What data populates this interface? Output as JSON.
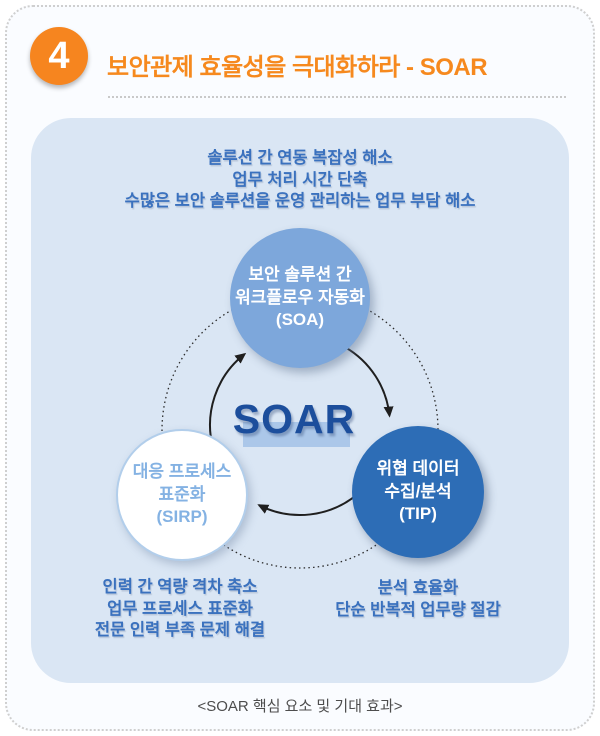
{
  "colors": {
    "accent_orange": "#F6851F",
    "title_orange": "#F6891E",
    "panel_blue": "#DAE6F4",
    "node_soa_fill": "#7DA7DB",
    "node_tip_fill": "#2D6DB6",
    "node_sirp_border": "#B2CEEB",
    "node_sirp_text": "#84B2E3",
    "note_blue_text": "#3A71BE",
    "soar_text": "#1C4E9C",
    "soar_band": "#ABC7E9",
    "caption_gray": "#4D4D4D"
  },
  "header": {
    "badge_number": "4",
    "title": "보안관제 효율성을 극대화하라 - SOAR"
  },
  "diagram": {
    "center_label": "SOAR",
    "top_note": {
      "lines": [
        "솔루션 간 연동 복잡성 해소",
        "업무 처리 시간 단축",
        "수많은 보안 솔루션을 운영 관리하는 업무 부담 해소"
      ]
    },
    "nodes": {
      "soa": {
        "lines": [
          "보안 솔루션 간",
          "워크플로우 자동화",
          "(SOA)"
        ]
      },
      "sirp": {
        "lines": [
          "대응 프로세스",
          "표준화",
          "(SIRP)"
        ]
      },
      "tip": {
        "lines": [
          "위협 데이터",
          "수집/분석",
          "(TIP)"
        ]
      }
    },
    "sirp_note": {
      "lines": [
        "인력 간 역량 격차 축소",
        "업무 프로세스 표준화",
        "전문 인력 부족 문제 해결"
      ]
    },
    "tip_note": {
      "lines": [
        "분석 효율화",
        "단순 반복적 업무량 절감"
      ]
    }
  },
  "caption": "<SOAR 핵심 요소 및 기대 효과>"
}
